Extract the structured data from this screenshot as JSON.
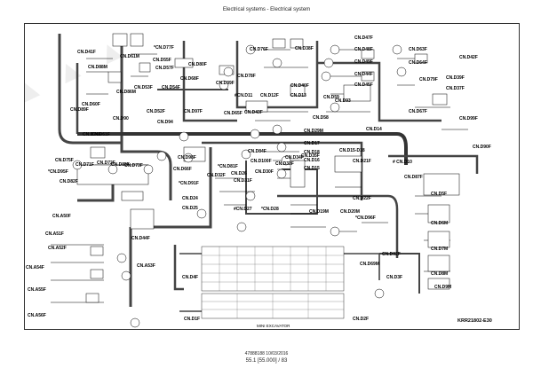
{
  "header": {
    "title": "Electrical systems - Electrical system"
  },
  "footer": {
    "doc_id": "47888188 10/03/2016",
    "page_ref": "55.1 [55.000] / 83"
  },
  "diagram": {
    "code": "KRR21802-E30",
    "small_note": "MINI EXCAVATOR",
    "connectors": {
      "d41f": "CN.D41F",
      "d88m": "CN.D88M",
      "d60f": "CN.D60F",
      "d61m": "CN.D61M",
      "d89f": "CN.D89F",
      "d86m": "CN.D86M",
      "d61f": "CN.D61F",
      "d77f": "*CN.D77F",
      "d76f": "CN.D76F",
      "d38f": "CN.D38F",
      "d47f": "CN.D47F",
      "d48f": "CN.D48F",
      "d49f": "CN.D49F",
      "d44f": "CN.D44F",
      "d45f": "CN.D45F",
      "d63f": "CN.D63F",
      "d64f": "CN.D64F",
      "d42f": "CN.D42F",
      "d55f": "CN.D55F",
      "d80f": "CN.D80F",
      "d57f": "CN.D57F",
      "d54f": "CN.D54F",
      "d53f": "CN.D53F",
      "d68f": "CN.D68F",
      "d78f": "CN.D78F",
      "d39f": "CN.D39F",
      "d40f": "CN.D40F",
      "d79f": "CN.D79F",
      "d11": "#CN.D11",
      "d12f": "CN.D12F",
      "d13": "CN.D13",
      "d58": "CN.D58",
      "d59": "CN.D59",
      "d93": "CN.D93",
      "d67f": "CN.D67F",
      "d37f": "CN.D37F",
      "d99f": "CN.D99F",
      "d52f": "CN.D52F",
      "d97f": "CN.D97F",
      "d65f": "CN.D65F",
      "d43f": "CN.D43F",
      "d90": "CN.D90",
      "d94": "CN.D94",
      "d14": "CN.D14",
      "d74f": "CN.D74F",
      "d29m": "CN.D29M",
      "d17": "CN.D17",
      "d18": "CN.D18",
      "d16": "CN.D16",
      "d15": "CN.D15",
      "d15_18": "CN.D15-D18",
      "d84f": "CN.D84F",
      "d100f": "CN.D100F",
      "d90f": "CN.D90F",
      "d10": "# CN.D10",
      "d98f": "CN.D98F",
      "d81f": "*CN.D81F",
      "d26": "CN.D26",
      "d87f": "CN.D87F",
      "d75f": "CN.D75F",
      "d71f": "CN.D71F",
      "d72f": "CN.D72F",
      "d85f": "CN.D85F",
      "d73f": "CN.D73F",
      "d95f": "*CN.D95F",
      "d33f": "CN.D33F",
      "d34f": "CN.D34F",
      "d35f": "CN.D35F",
      "d21f": "CN.D21F",
      "d22f": "CN.D22F",
      "d66f": "CN.D66F",
      "d82f": "CN.D82F",
      "d91f": "*CN.D91F",
      "d30f": "CN.D30F",
      "d32f": "CN.D32F",
      "d31f": "CN.D31F",
      "d24": "CN.D24",
      "d25": "CN.D25",
      "d27": "#CN.D27",
      "d28": "*CN.D28",
      "d19m": "CN.D19M",
      "d20m": "CN.D20M",
      "d96f": "*CN.D96F",
      "d69m": "CN.D69M",
      "d92f": "CN.D92F",
      "d5f": "CN.D5F",
      "d6m": "CN.D6M",
      "d7m": "CN.D7M",
      "d8m": "CN.D8M",
      "d9m": "CN.D9M",
      "a50f": "CN.A50F",
      "a51f": "CN.A51F",
      "a52f": "CN.A52F",
      "a54f": "CN.A54F",
      "a55f": "CN.A55F",
      "a56f": "CN.A56F",
      "d44f_b": "CN.D44F",
      "a53f": "CN.A53F",
      "d4f": "CN.D4F",
      "d3f": "CN.D3F",
      "d1f": "CN.D1F",
      "d2f": "CN.D2F"
    }
  }
}
